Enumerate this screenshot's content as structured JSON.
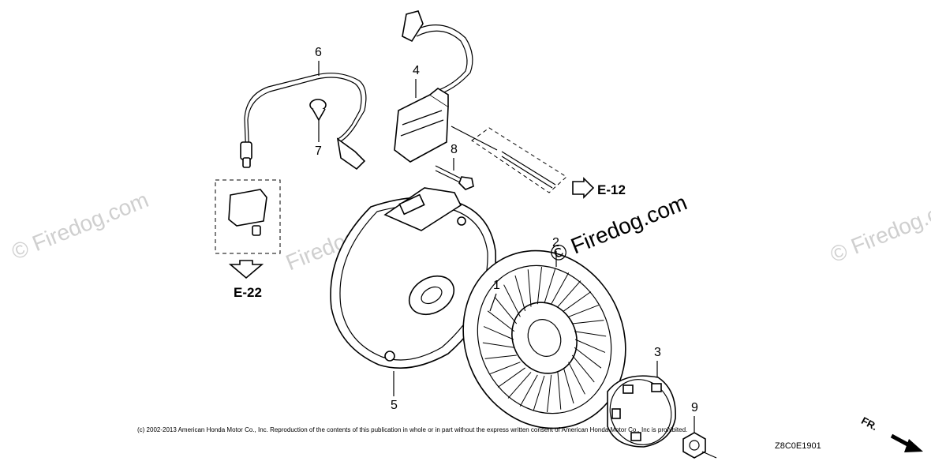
{
  "callouts": [
    "1",
    "2",
    "3",
    "4",
    "5",
    "6",
    "7",
    "8",
    "9"
  ],
  "references": {
    "left": "E-22",
    "right": "E-12"
  },
  "watermarks": {
    "center": "© Firedog.com",
    "left": "© Firedog.com",
    "right": "© Firedog.cc",
    "upper_left": "Firedog.com"
  },
  "copyright": "(c) 2002-2013 American Honda Motor Co., Inc. Reproduction of the contents of this publication in whole or in part without the express written consent of American Honda Motor Co., Inc is prohibited.",
  "diagram_code": "Z8C0E1901",
  "front_marker": "FR."
}
